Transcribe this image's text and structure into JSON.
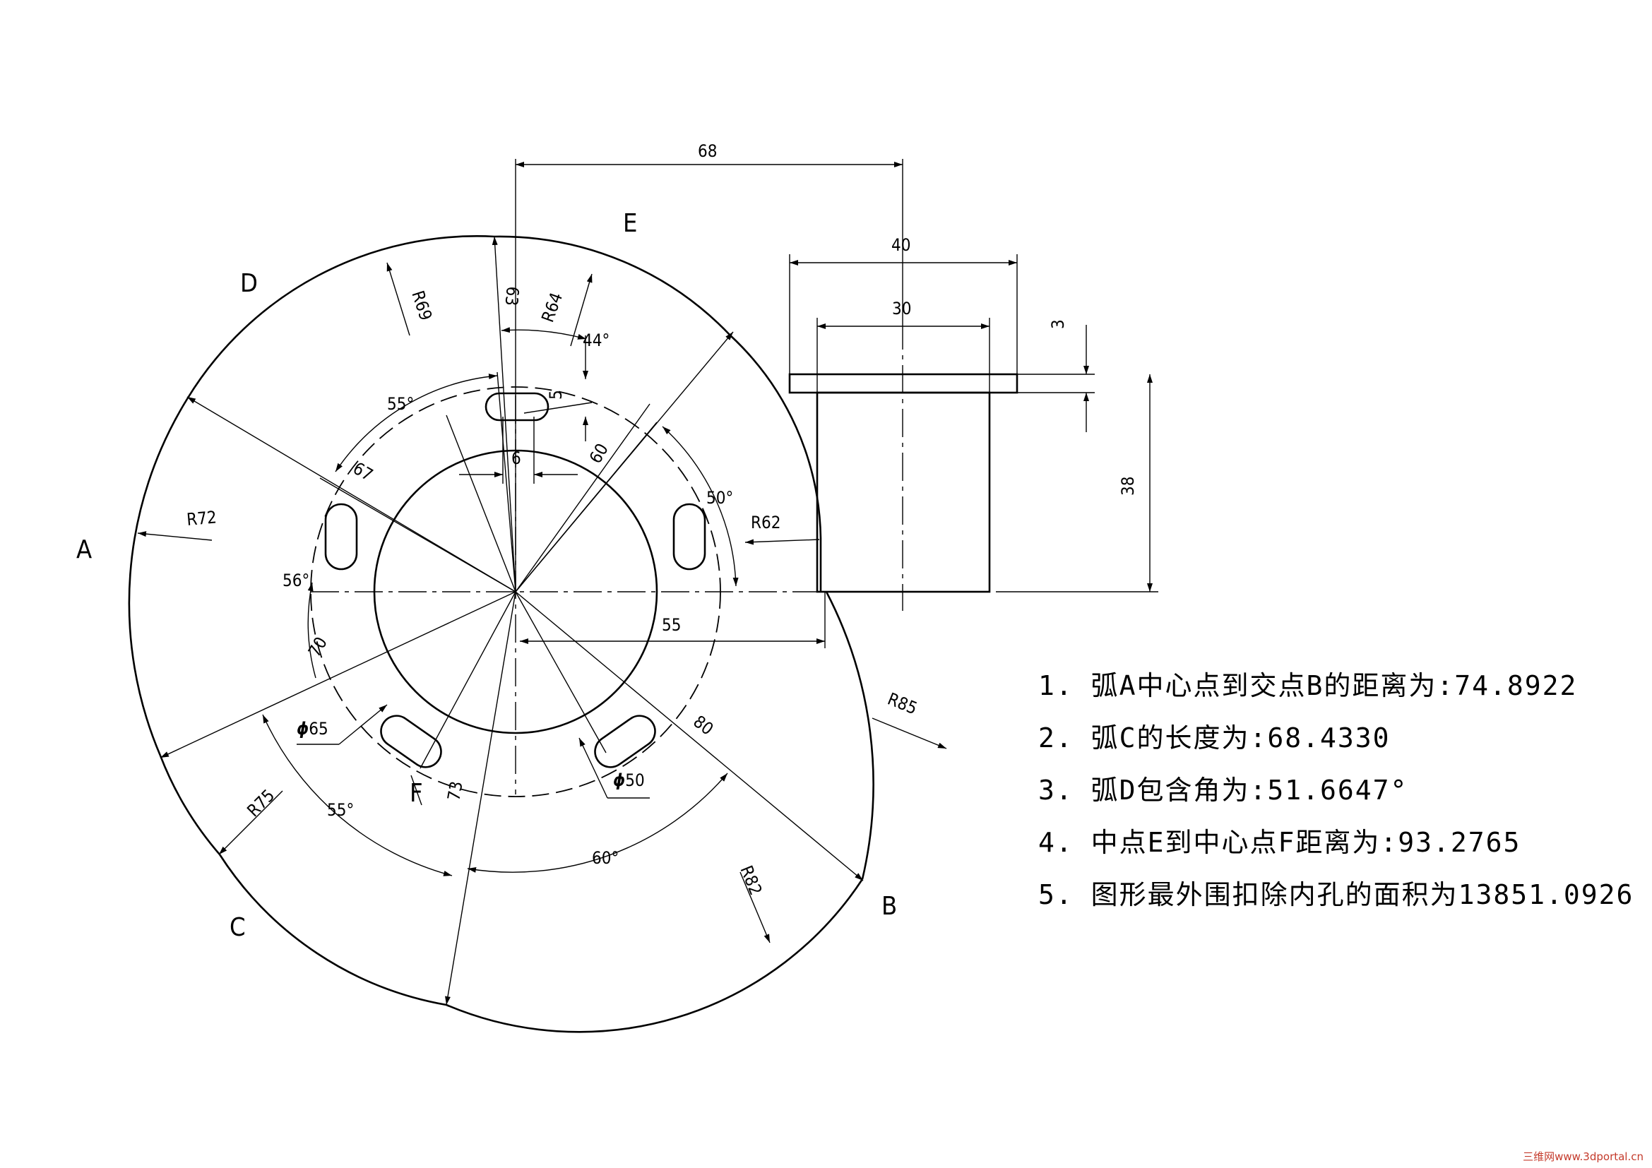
{
  "drawing": {
    "region_labels": {
      "a": "A",
      "b": "B",
      "c": "C",
      "d": "D",
      "e": "E",
      "f": "F"
    },
    "radii": {
      "r62": "R62",
      "r64": "R64",
      "r69": "R69",
      "r72": "R72",
      "r75": "R75",
      "r82": "R82",
      "r85": "R85"
    },
    "diameters": {
      "d50": "50",
      "d65": "65"
    },
    "lengths": {
      "l3": "3",
      "l5": "5",
      "l6": "6",
      "l30": "30",
      "l38": "38",
      "l40": "40",
      "l55": "55",
      "l60": "60",
      "l63": "63",
      "l67": "67",
      "l68": "68",
      "l70": "70",
      "l73": "73",
      "l80": "80"
    },
    "angles": {
      "a44": "44°",
      "a50": "50°",
      "a55_top": "55°",
      "a55_bottom": "55°",
      "a56": "56°",
      "a60": "60°"
    }
  },
  "notes": [
    "1. 弧A中心点到交点B的距离为:74.8922",
    "2. 弧C的长度为:68.4330",
    "3. 弧D包含角为:51.6647°",
    "4. 中点E到中心点F距离为:93.2765",
    "5. 图形最外围扣除内孔的面积为13851.0926"
  ],
  "watermark": "三维网www.3dportal.cn"
}
